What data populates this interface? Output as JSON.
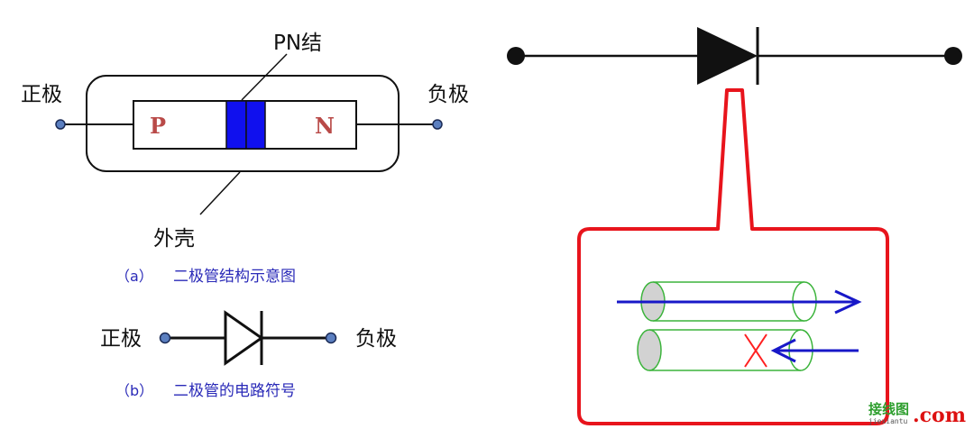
{
  "structure_diagram": {
    "pn_junction_label": "PN结",
    "anode_label": "正极",
    "cathode_label": "负极",
    "p_region_label": "P",
    "n_region_label": "N",
    "casing_label": "外壳",
    "caption_tag": "（a）",
    "caption_text": "二极管结构示意图"
  },
  "symbol_diagram": {
    "anode_label": "正极",
    "cathode_label": "负极",
    "caption_tag": "（b）",
    "caption_text": "二极管的电路符号"
  },
  "colors": {
    "junction_blue": "#1010ee",
    "region_text": "#b94a48",
    "caption_blue": "#2a2ab8",
    "callout_red": "#e8141c",
    "pipe_green": "#3cb43c",
    "arrow_blue": "#1818c8",
    "blocked_red": "#ff2020",
    "terminal_fill": "#5b7fc0"
  },
  "watermark": {
    "brand": "接线图",
    "domain": "jiexiantu",
    "suffix": ".com"
  }
}
